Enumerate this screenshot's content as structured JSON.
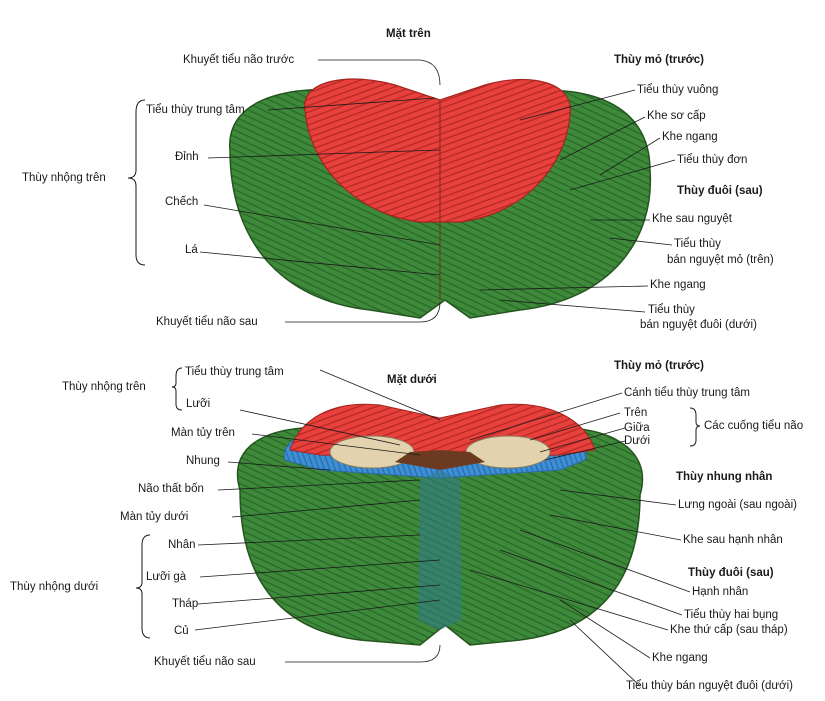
{
  "top_view": {
    "title": "Mặt trên",
    "left_labels": {
      "notch_front": "Khuyết tiểu não trước",
      "central_lobule": "Tiểu thùy trung tâm",
      "culmen": "Đỉnh",
      "declive": "Chếch",
      "folium": "Lá",
      "notch_back": "Khuyết tiểu não sau"
    },
    "group_label": "Thùy nhộng trên",
    "right_labels": {
      "anterior_lobe": "Thùy mỏ (trước)",
      "quadrangular": "Tiểu thùy vuông",
      "primary_fissure": "Khe sơ cấp",
      "horizontal_fissure_1": "Khe ngang",
      "simple_lobule": "Tiểu thùy đơn",
      "posterior_lobe": "Thùy đuôi (sau)",
      "postlunate": "Khe sau nguyệt",
      "superior_semilunar_a": "Tiểu thùy",
      "superior_semilunar_b": "bán nguyệt mỏ (trên)",
      "horizontal_fissure_2": "Khe ngang",
      "inferior_semilunar_a": "Tiểu thùy",
      "inferior_semilunar_b": "bán nguyệt đuôi (dưới)"
    }
  },
  "bottom_view": {
    "title": "Mặt dưới",
    "upper_group": "Thùy nhộng trên",
    "upper_items": {
      "central_lobule": "Tiểu thùy trung tâm",
      "lingula": "Lưỡi"
    },
    "left_labels": {
      "sup_medullary_velum": "Màn tủy trên",
      "nodule": "Nhung",
      "fourth_ventricle": "Não thất bốn",
      "inf_medullary_velum": "Màn tủy dưới"
    },
    "lower_group": "Thùy nhộng dưới",
    "lower_items": {
      "uvula": "Nhân",
      "tuber_lingua": "Lưỡi gà",
      "pyramid": "Tháp",
      "tuber": "Củ"
    },
    "notch_back": "Khuyết tiểu não sau",
    "right_labels": {
      "anterior_lobe": "Thùy mỏ (trước)",
      "wing_central": "Cánh tiểu thùy trung tâm",
      "ped_sup": "Trên",
      "ped_mid": "Giữa",
      "ped_inf": "Dưới",
      "peduncles": "Các cuống tiểu não",
      "flocculonodular": "Thùy nhung nhân",
      "posterolateral": "Lưng ngoài (sau ngoài)",
      "posttonsillar": "Khe sau hạnh nhân",
      "posterior_lobe": "Thùy đuôi (sau)",
      "tonsil": "Hạnh nhân",
      "biventral": "Tiểu thùy hai bụng",
      "secondary_fissure": "Khe thứ cấp (sau tháp)",
      "horizontal_fissure": "Khe ngang",
      "inferior_semilunar": "Tiểu thùy bán nguyệt đuôi (dưới)"
    }
  },
  "colors": {
    "vermis_red": "#e8403c",
    "hemisphere_green": "#3f8a3a",
    "flocculus_blue": "#3d8fd6",
    "peduncle_tan": "#e2d2ae"
  }
}
